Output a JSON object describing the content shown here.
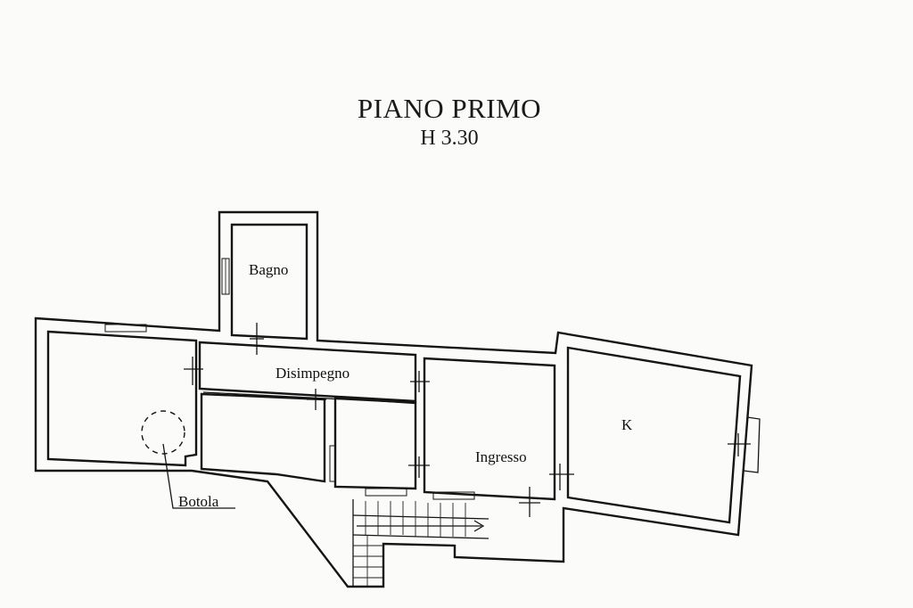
{
  "header": {
    "title": "PIANO PRIMO",
    "height": "H 3.30"
  },
  "rooms": {
    "bagno": "Bagno",
    "disimpegno": "Disimpegno",
    "ingresso": "Ingresso",
    "kitchen": "K"
  },
  "annotations": {
    "hatch": "Botola"
  },
  "colors": {
    "ink": "#151515",
    "paper": "#fbfbf9"
  }
}
